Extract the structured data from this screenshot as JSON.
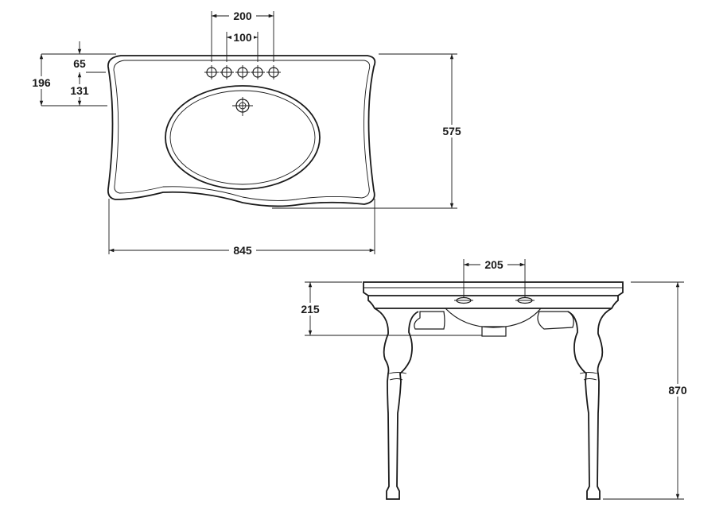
{
  "dimensions": {
    "tap_spread_outer": "200",
    "tap_spread_inner": "100",
    "top_to_taps": "65",
    "taps_to_drain": "131",
    "top_to_drain": "196",
    "depth": "575",
    "width": "845",
    "leg_spacing": "205",
    "apron_height": "215",
    "overall_height": "870"
  },
  "colors": {
    "line": "#1a1a1a",
    "background": "#ffffff"
  }
}
